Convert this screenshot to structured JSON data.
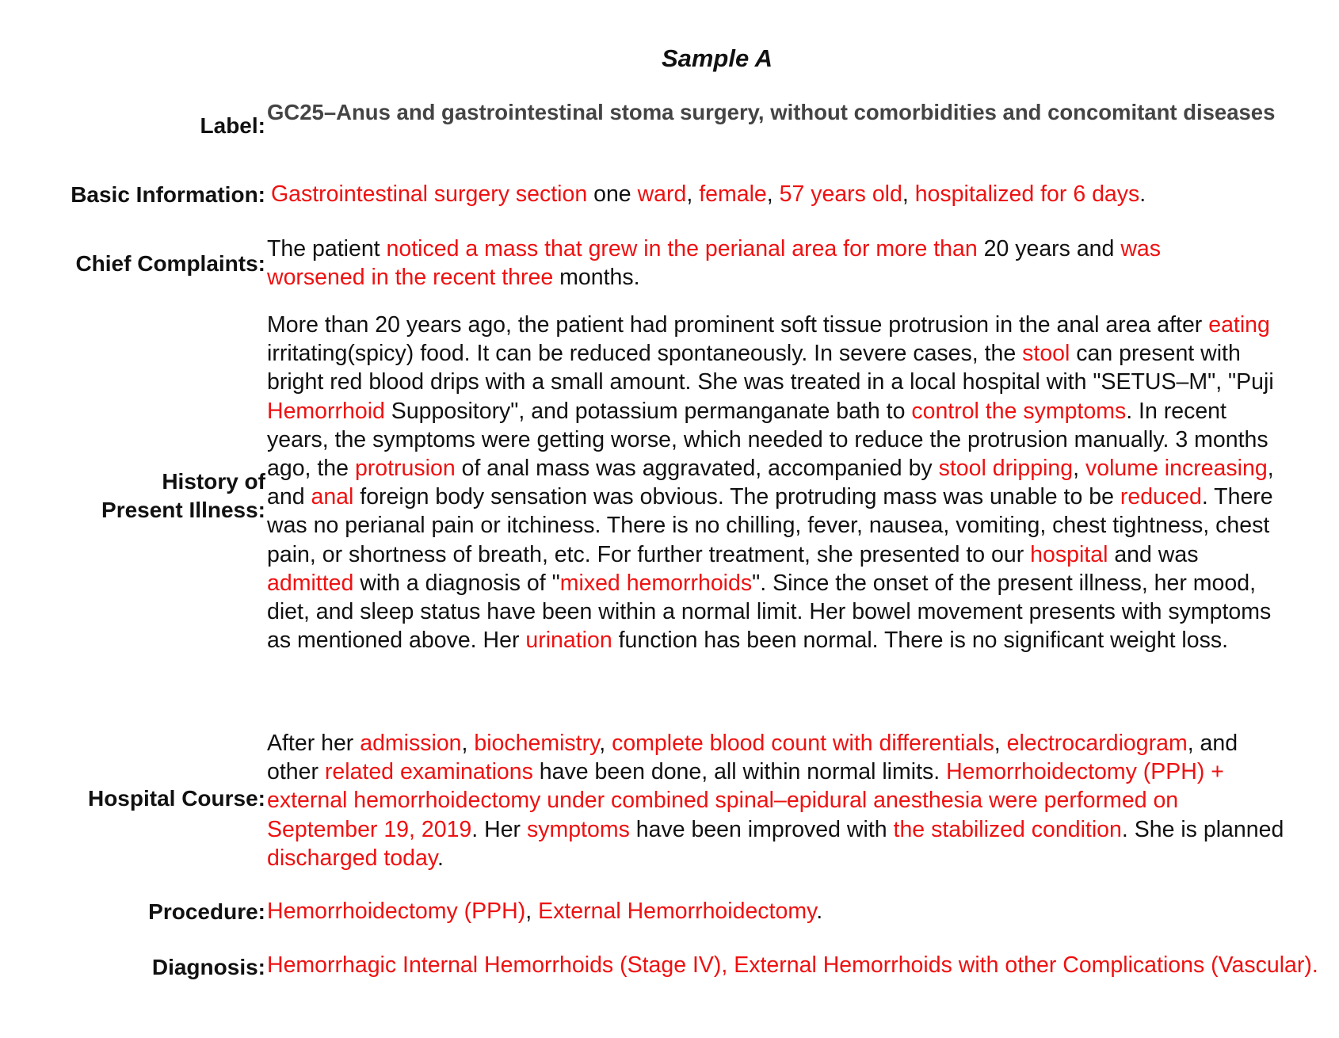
{
  "title": "Sample A",
  "colors": {
    "text": "#111111",
    "highlight": "#ee1111",
    "label_value": "#444444"
  },
  "label": {
    "heading": "Label:",
    "value": "GC25–Anus and gastrointestinal stoma surgery, without comorbidities and concomitant diseases"
  },
  "basic_information": {
    "heading": "Basic Information:",
    "segments": [
      {
        "text": "Gastrointestinal surgery section",
        "highlight": true
      },
      {
        "text": " one ",
        "highlight": false
      },
      {
        "text": "ward",
        "highlight": true
      },
      {
        "text": ", ",
        "highlight": false
      },
      {
        "text": "female",
        "highlight": true
      },
      {
        "text": ", ",
        "highlight": false
      },
      {
        "text": "57 years old",
        "highlight": true
      },
      {
        "text": ", ",
        "highlight": false
      },
      {
        "text": "hospitalized for 6 days",
        "highlight": true
      },
      {
        "text": ".",
        "highlight": false
      }
    ]
  },
  "chief_complaints": {
    "heading": "Chief Complaints:",
    "segments": [
      {
        "text": "The patient ",
        "highlight": false
      },
      {
        "text": "noticed a mass that grew in the perianal area for more than",
        "highlight": true
      },
      {
        "text": " 20 years and ",
        "highlight": false
      },
      {
        "text": "was worsened in the recent three",
        "highlight": true
      },
      {
        "text": " months.",
        "highlight": false
      }
    ]
  },
  "history": {
    "heading": "History of Present Illness:",
    "segments": [
      {
        "text": "More than 20 years ago, the patient had prominent soft tissue protrusion in the anal area after ",
        "highlight": false
      },
      {
        "text": "eating",
        "highlight": true
      },
      {
        "text": " irritating(spicy) food. It can be reduced spontaneously. In severe cases, the ",
        "highlight": false
      },
      {
        "text": "stool",
        "highlight": true
      },
      {
        "text": " can present with bright red blood drips with a small amount. She was treated in a local hospital with \"SETUS–M\", \"Puji ",
        "highlight": false
      },
      {
        "text": "Hemorrhoid",
        "highlight": true
      },
      {
        "text": " Suppository\", and potassium permanganate bath to ",
        "highlight": false
      },
      {
        "text": "control the symptoms",
        "highlight": true
      },
      {
        "text": ". In recent years, the symptoms were getting worse, which needed to reduce the protrusion manually. 3 months ago, the ",
        "highlight": false
      },
      {
        "text": "protrusion",
        "highlight": true
      },
      {
        "text": " of anal mass was aggravated, accompanied by ",
        "highlight": false
      },
      {
        "text": "stool dripping",
        "highlight": true
      },
      {
        "text": ", ",
        "highlight": false
      },
      {
        "text": "volume increasing",
        "highlight": true
      },
      {
        "text": ", and ",
        "highlight": false
      },
      {
        "text": "anal",
        "highlight": true
      },
      {
        "text": " foreign body sensation was obvious.  The protruding mass was unable to be ",
        "highlight": false
      },
      {
        "text": "reduced",
        "highlight": true
      },
      {
        "text": ". There was no perianal pain or itchiness. There is no chilling, fever, nausea, vomiting, chest tightness, chest pain, or shortness of breath, etc. For further treatment, she presented to our ",
        "highlight": false
      },
      {
        "text": "hospital",
        "highlight": true
      },
      {
        "text": " and was ",
        "highlight": false
      },
      {
        "text": "admitted",
        "highlight": true
      },
      {
        "text": " with a diagnosis of \"",
        "highlight": false
      },
      {
        "text": "mixed hemorrhoids",
        "highlight": true
      },
      {
        "text": "\".  Since the onset of the present illness, her mood, diet, and sleep status have been within a normal limit. Her bowel movement presents with symptoms as mentioned above. Her ",
        "highlight": false
      },
      {
        "text": "urination",
        "highlight": true
      },
      {
        "text": " function has been normal. There is no significant weight loss.",
        "highlight": false
      }
    ]
  },
  "hospital_course": {
    "heading": "Hospital Course:",
    "segments": [
      {
        "text": "After her ",
        "highlight": false
      },
      {
        "text": "admission",
        "highlight": true
      },
      {
        "text": ", ",
        "highlight": false
      },
      {
        "text": "biochemistry",
        "highlight": true
      },
      {
        "text": ", ",
        "highlight": false
      },
      {
        "text": "complete blood count with differentials",
        "highlight": true
      },
      {
        "text": ", ",
        "highlight": false
      },
      {
        "text": "electrocardiogram",
        "highlight": true
      },
      {
        "text": ", and other ",
        "highlight": false
      },
      {
        "text": "related examinations",
        "highlight": true
      },
      {
        "text": " have been done, all within normal limits. ",
        "highlight": false
      },
      {
        "text": "Hemorrhoidectomy (PPH) + external hemorrhoidectomy under combined spinal–epidural anesthesia were performed on September 19, 2019",
        "highlight": true
      },
      {
        "text": ". Her ",
        "highlight": false
      },
      {
        "text": "symptoms",
        "highlight": true
      },
      {
        "text": " have been improved with ",
        "highlight": false
      },
      {
        "text": "the stabilized condition",
        "highlight": true
      },
      {
        "text": ". She is planned ",
        "highlight": false
      },
      {
        "text": "discharged today",
        "highlight": true
      },
      {
        "text": ".",
        "highlight": false
      }
    ]
  },
  "procedure": {
    "heading": "Procedure:",
    "segments": [
      {
        "text": "Hemorrhoidectomy (PPH)",
        "highlight": true
      },
      {
        "text": ", ",
        "highlight": false
      },
      {
        "text": "External Hemorrhoidectomy",
        "highlight": true
      },
      {
        "text": ".",
        "highlight": false
      }
    ]
  },
  "diagnosis": {
    "heading": "Diagnosis:",
    "segments": [
      {
        "text": "Hemorrhagic Internal Hemorrhoids (Stage IV), External Hemorrhoids with other Complications (Vascular).",
        "highlight": true
      }
    ]
  }
}
